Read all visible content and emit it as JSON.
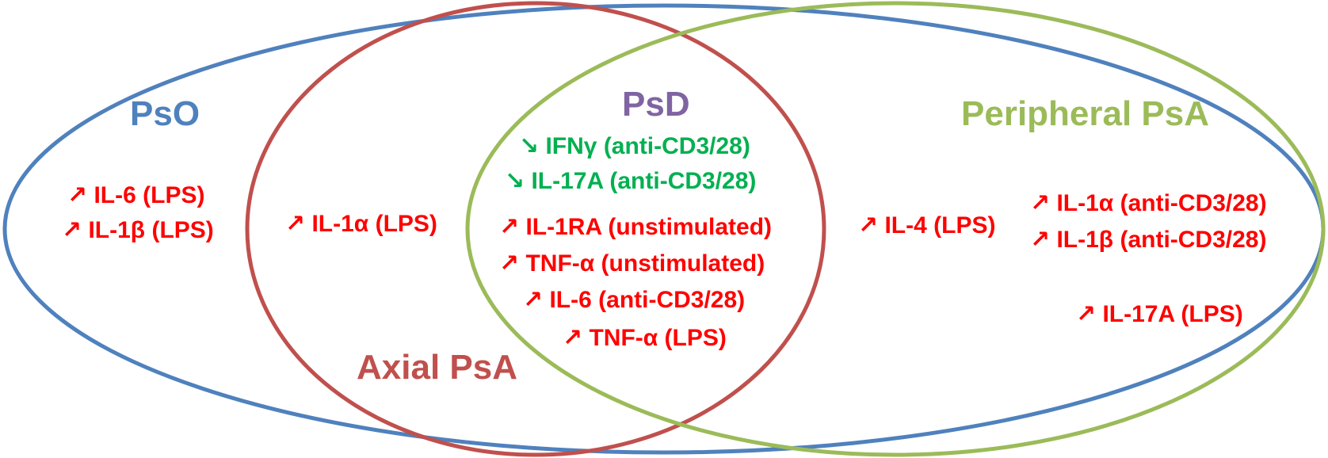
{
  "colors": {
    "pso": "#4F81BD",
    "axial_psa": "#C0504D",
    "peripheral_psa": "#9BBB59",
    "psd": "#8064A2",
    "increase": "#FF0000",
    "decrease": "#00B050"
  },
  "sets": {
    "pso": "PsO",
    "axial_psa": "Axial PsA",
    "psd": "PsD",
    "peripheral_psa": "Peripheral PsA"
  },
  "regions": {
    "pso_only": [
      "↗ IL-6 (LPS)",
      "↗ IL-1β (LPS)"
    ],
    "pso_axial": [
      "↗ IL-1α (LPS)"
    ],
    "psd_decreased": [
      "↘ IFNγ (anti-CD3/28)",
      "↘ IL-17A (anti-CD3/28)"
    ],
    "psd_increased": [
      "↗ IL-1RA (unstimulated)",
      "↗ TNF-α (unstimulated)",
      "↗ IL-6 (anti-CD3/28)",
      "↗ TNF-α (LPS)"
    ],
    "pso_peripheral": [
      "↗ IL-4 (LPS)"
    ],
    "peripheral_only": [
      "↗ IL-1α (anti-CD3/28)",
      "↗ IL-1β (anti-CD3/28)",
      "↗ IL-17A (LPS)"
    ]
  }
}
